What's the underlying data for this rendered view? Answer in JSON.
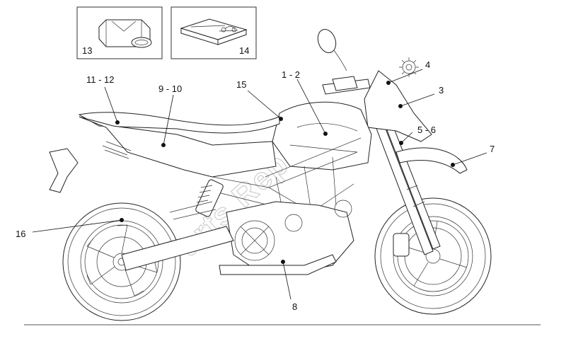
{
  "watermark": "Parts Republik",
  "inset_boxes": [
    {
      "id": "13",
      "label": "13"
    },
    {
      "id": "14",
      "label": "14"
    }
  ],
  "callouts": [
    {
      "id": "1-2",
      "label": "1 - 2"
    },
    {
      "id": "3",
      "label": "3"
    },
    {
      "id": "4",
      "label": "4"
    },
    {
      "id": "5-6",
      "label": "5 - 6"
    },
    {
      "id": "7",
      "label": "7"
    },
    {
      "id": "8",
      "label": "8"
    },
    {
      "id": "9-10",
      "label": "9 - 10"
    },
    {
      "id": "11-12",
      "label": "11 - 12"
    },
    {
      "id": "15",
      "label": "15"
    },
    {
      "id": "16",
      "label": "16"
    }
  ],
  "colors": {
    "line": "#111111",
    "watermark": "#cfcfcf",
    "background": "#ffffff"
  }
}
